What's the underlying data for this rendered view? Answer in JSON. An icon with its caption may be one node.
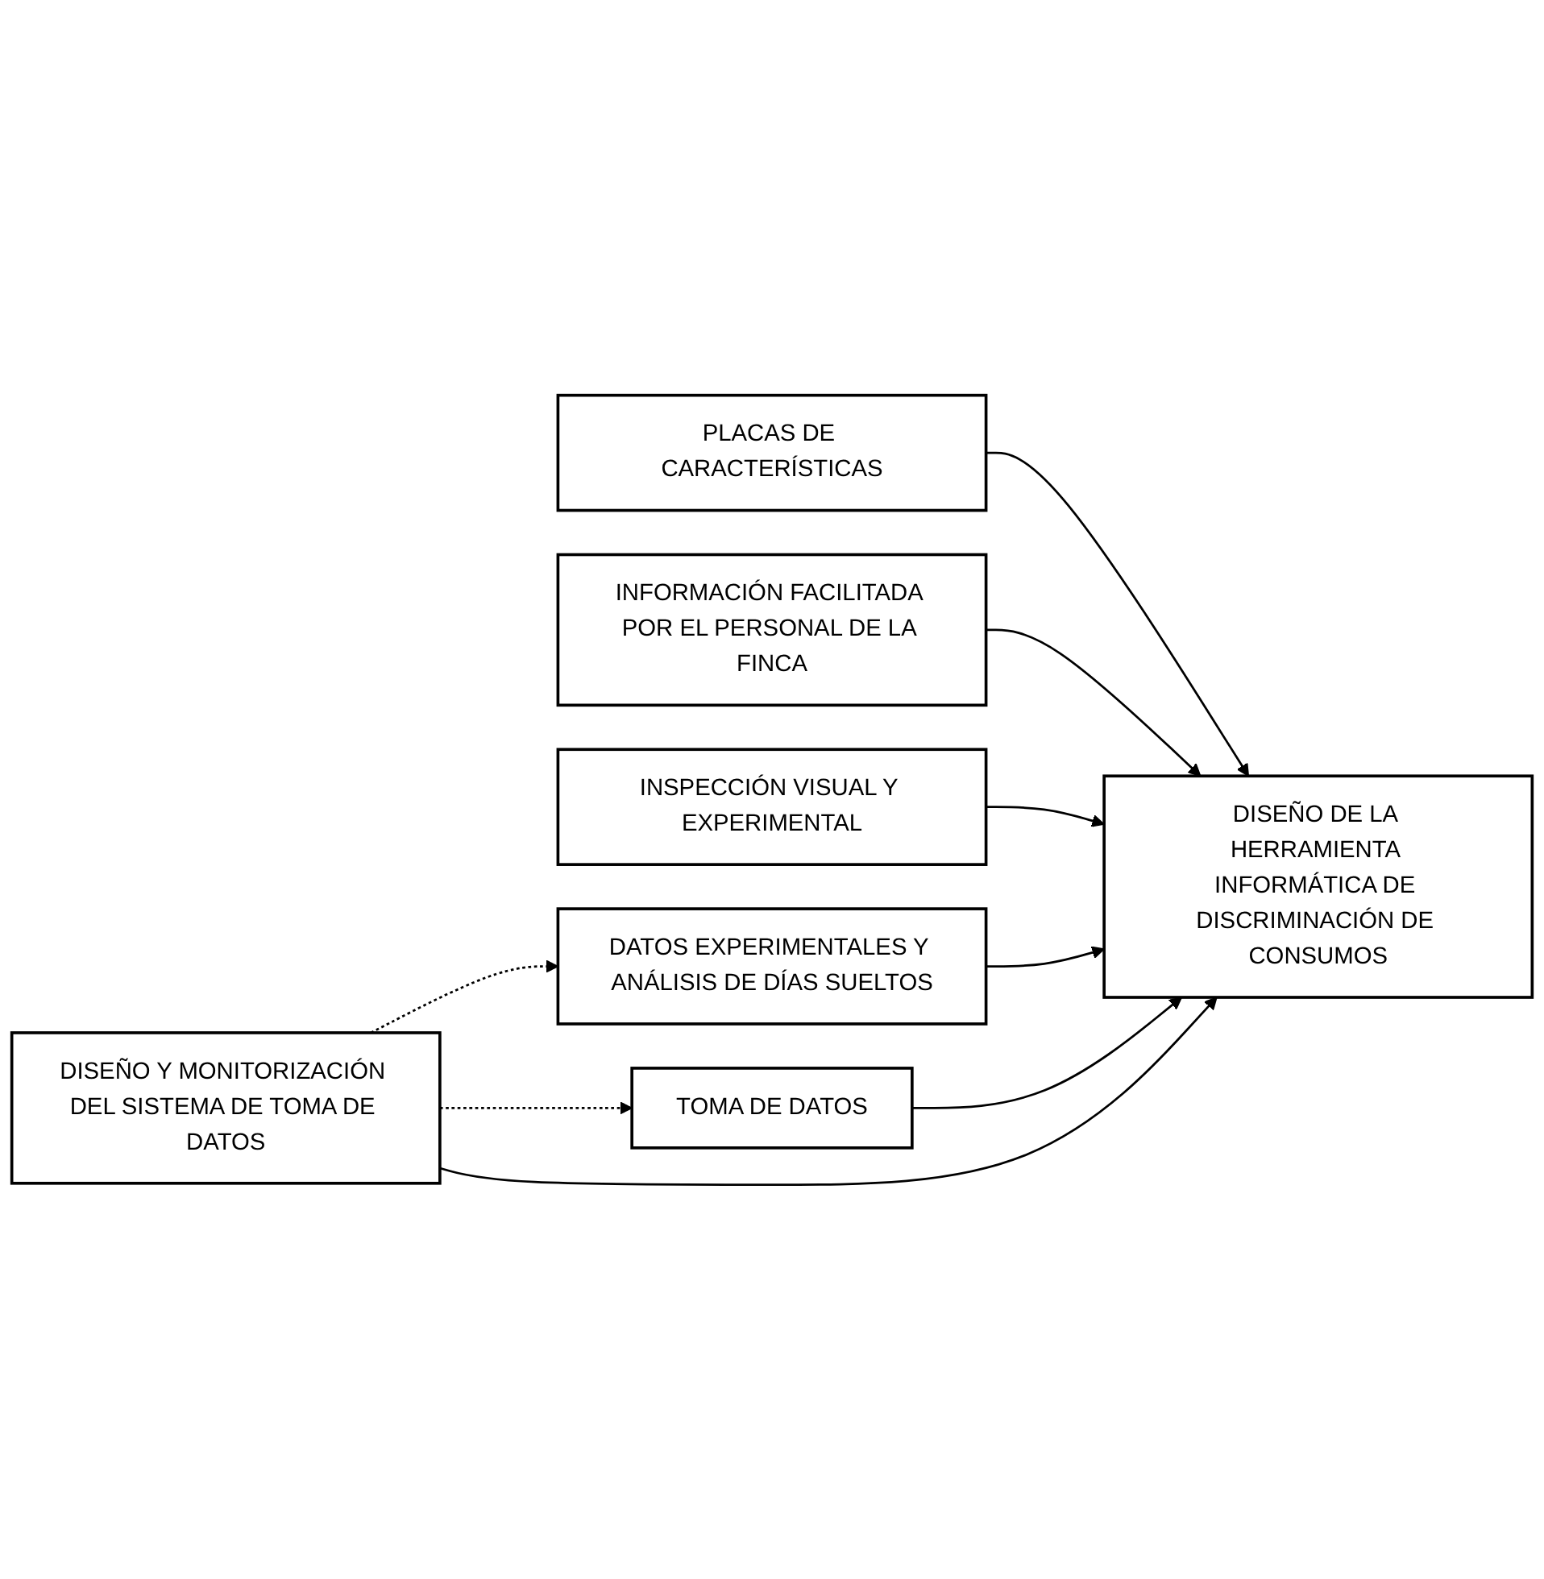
{
  "diagram": {
    "nodes": [
      {
        "text": [
          "PLACAS DE CARACTERÍSTICAS"
        ]
      },
      {
        "text": [
          "INFORMACIÓN FACILITADA POR EL PERSONAL DE LA FINCA"
        ]
      },
      {
        "text": [
          "INSPECCIÓN VISUAL Y EXPERIMENTAL"
        ]
      },
      {
        "text": [
          "DATOS EXPERIMENTALES Y ANÁLISIS DE DÍAS SUELTOS"
        ]
      },
      {
        "text": [
          "TOMA DE DATOS"
        ]
      },
      {
        "text": [
          "DISEÑO DE LA HERRAMIENTA INFORMÁTICA DE DISCRIMINACIÓN DE CONSUMOS"
        ]
      },
      {
        "text": [
          "DISEÑO Y MONITORIZACIÓN DEL SISTEMA DE TOMA DE DATOS"
        ]
      }
    ],
    "edges": [
      {
        "from": 0,
        "to": 5,
        "arrow": "to"
      },
      {
        "from": 1,
        "to": 5,
        "arrow": "to"
      },
      {
        "from": 2,
        "to": 5,
        "arrow": "to"
      },
      {
        "from": 3,
        "to": 5,
        "arrow": "to"
      },
      {
        "from": 4,
        "to": 5,
        "arrow": "to"
      },
      {
        "from": 6,
        "to": 5,
        "arrow": "to"
      },
      {
        "from": 6,
        "to": 3,
        "arrow": "to",
        "style": "dashed"
      },
      {
        "from": 6,
        "to": 4,
        "arrow": "to",
        "style": "dashed"
      }
    ]
  }
}
